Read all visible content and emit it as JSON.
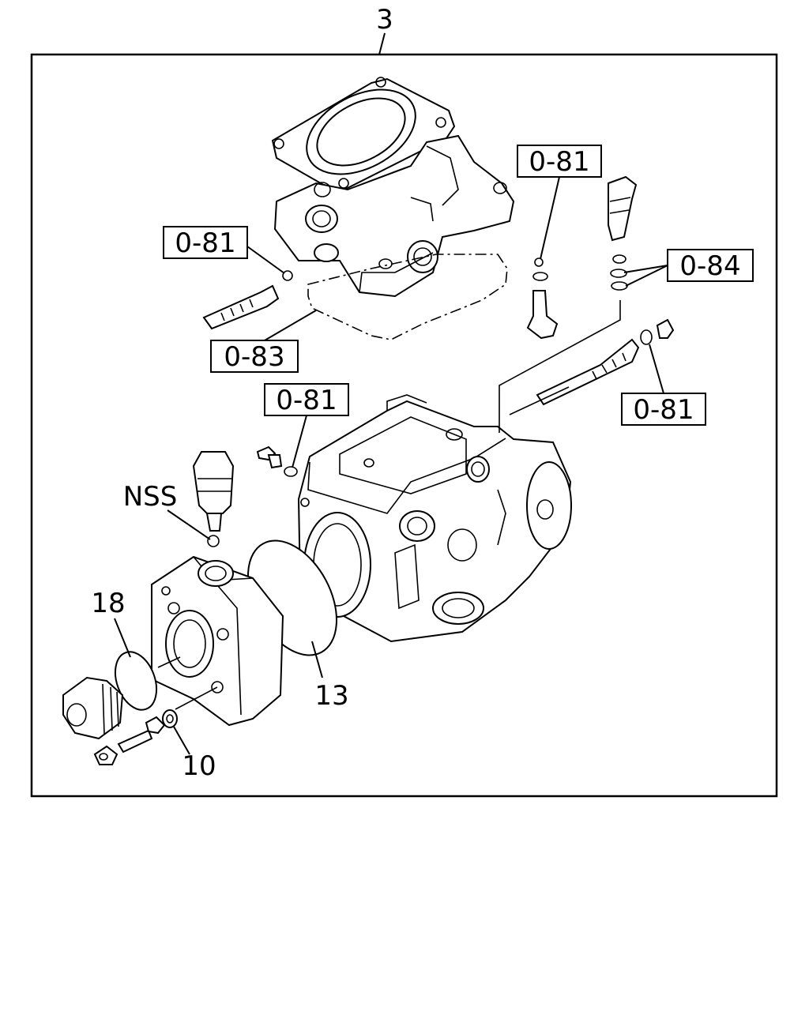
{
  "diagram": {
    "assembly_number": "3",
    "callouts": {
      "ref_081_top_center": "0-81",
      "ref_081_left": "0-81",
      "ref_083": "0-83",
      "ref_084": "0-84",
      "ref_081_middle": "0-81",
      "ref_081_right": "0-81",
      "nss": "NSS",
      "part_18": "18",
      "part_13": "13",
      "part_10": "10"
    }
  }
}
